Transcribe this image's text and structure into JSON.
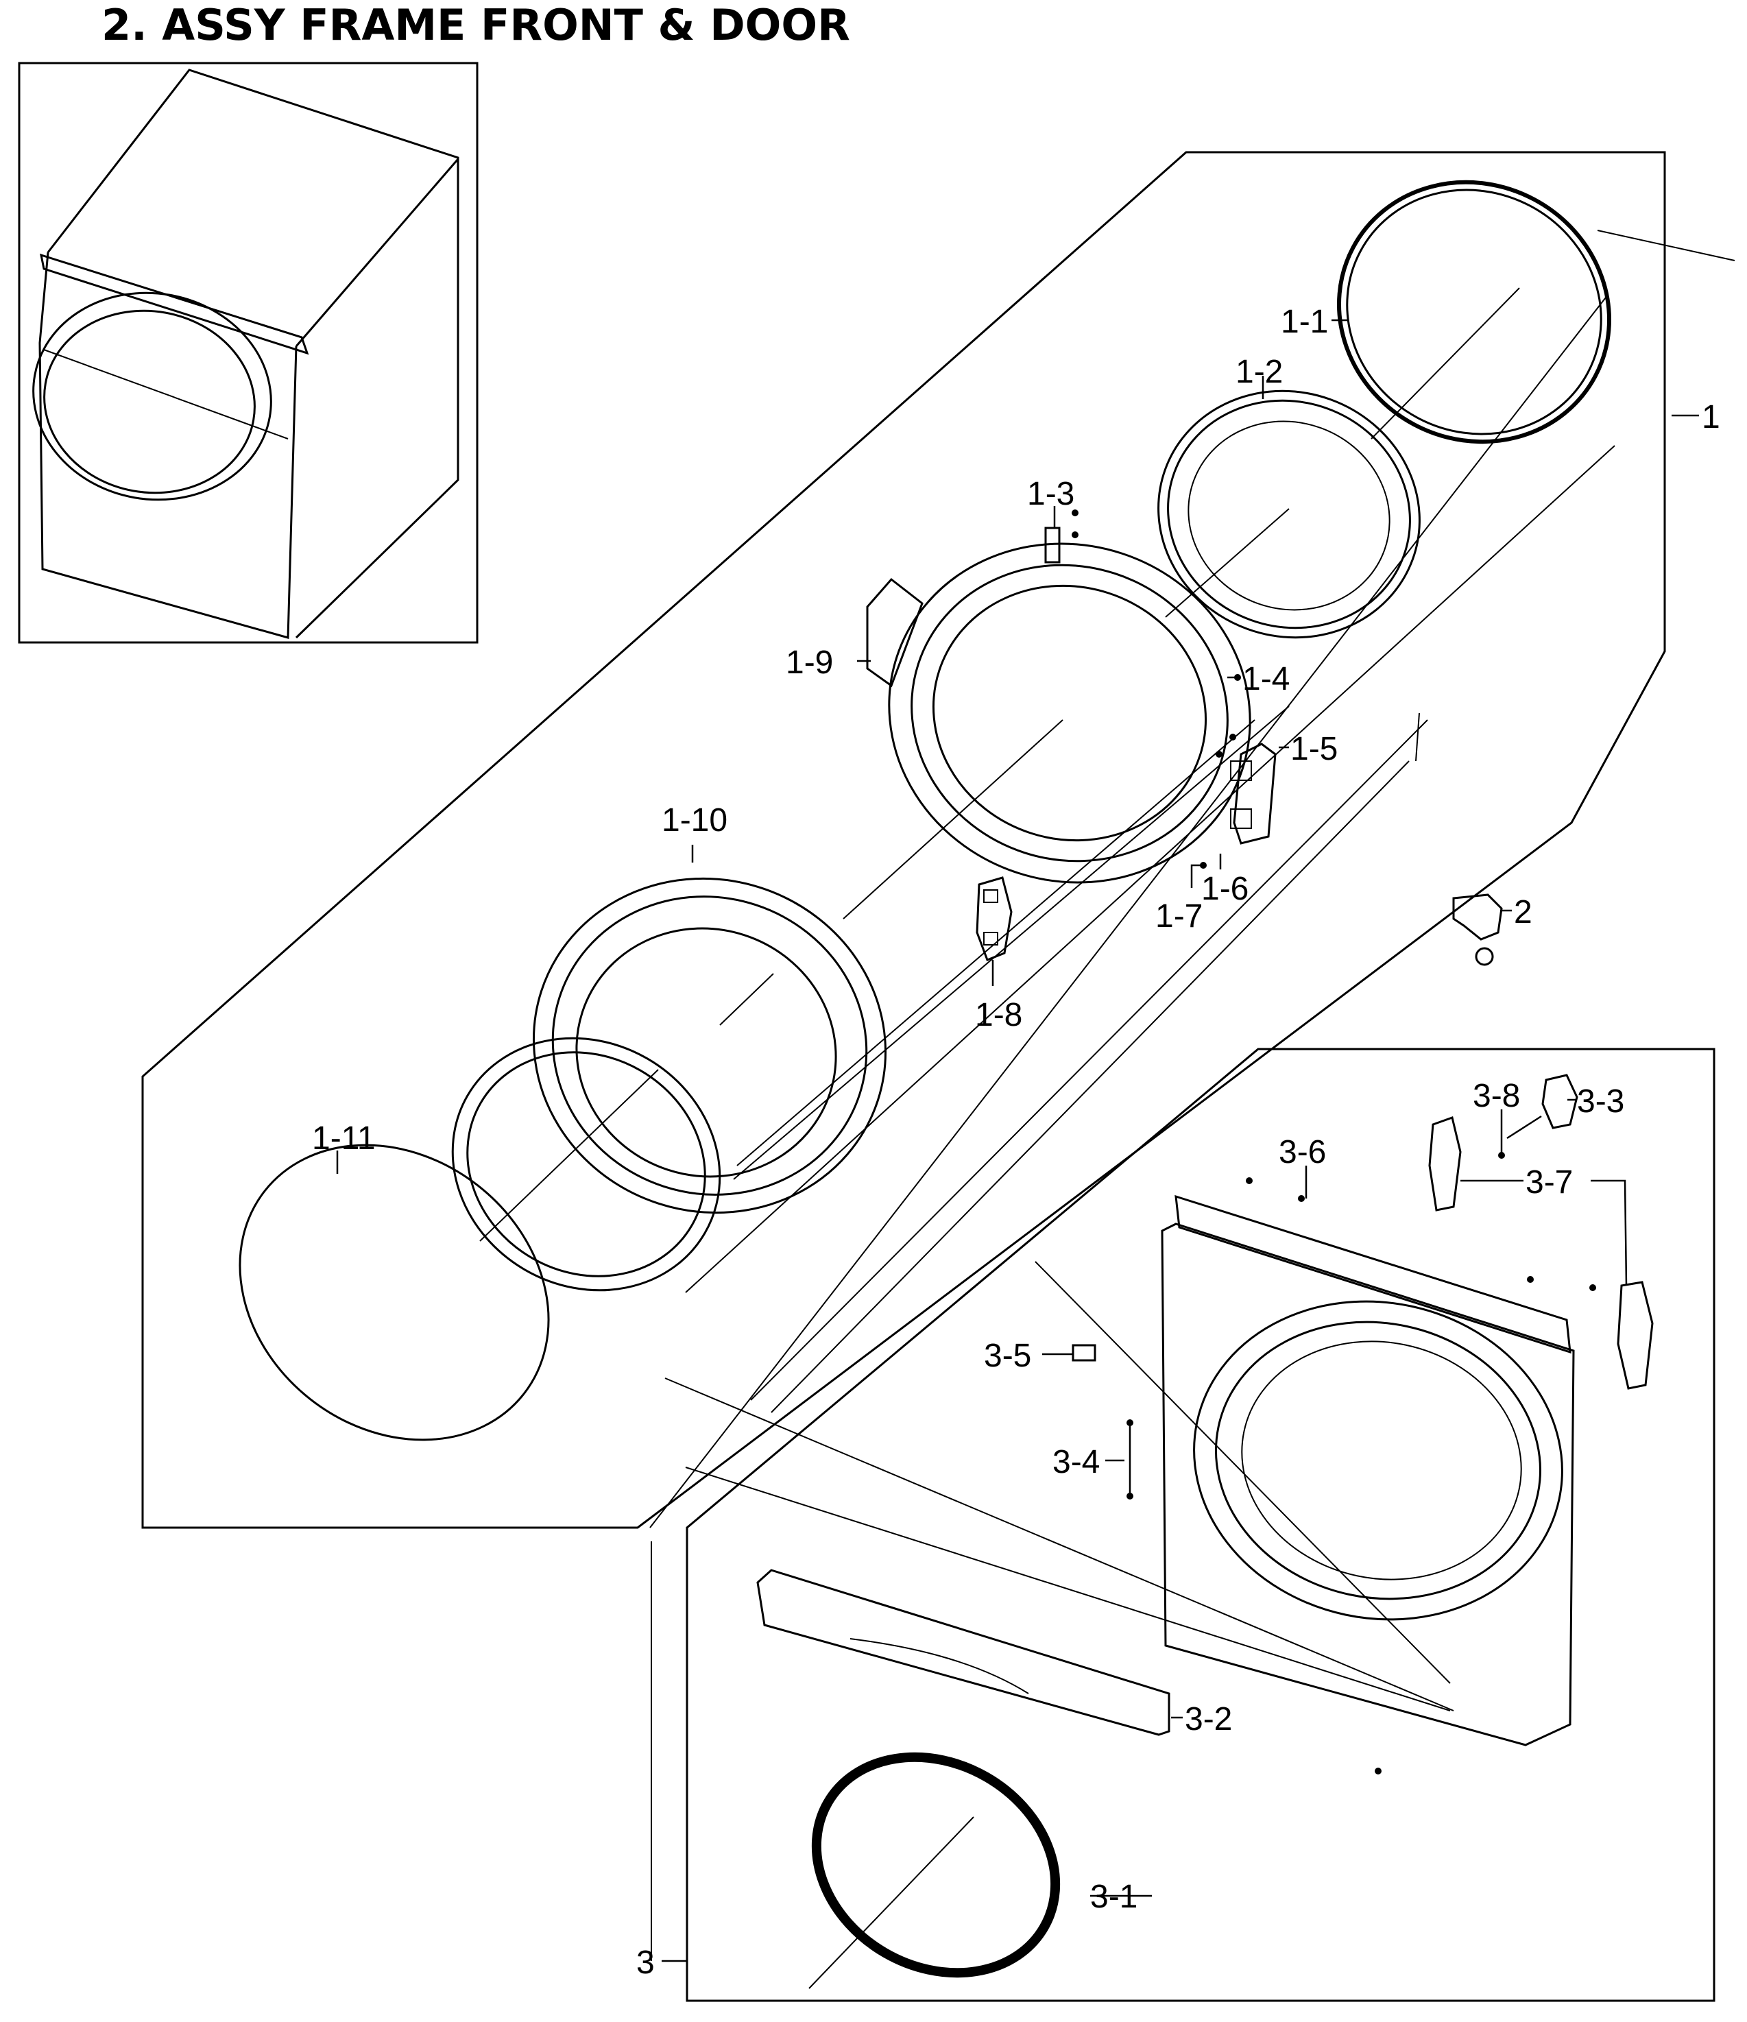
{
  "title": "2. ASSY FRAME FRONT & DOOR",
  "labels": {
    "l1": "1",
    "l1_1": "1-1",
    "l1_2": "1-2",
    "l1_3": "1-3",
    "l1_4": "1-4",
    "l1_5": "1-5",
    "l1_6": "1-6",
    "l1_7": "1-7",
    "l1_8": "1-8",
    "l1_9": "1-9",
    "l1_10": "1-10",
    "l1_11": "1-11",
    "l2": "2",
    "l3": "3",
    "l3_1": "3-1",
    "l3_2": "3-2",
    "l3_3": "3-3",
    "l3_4": "3-4",
    "l3_5": "3-5",
    "l3_6": "3-6",
    "l3_7": "3-7",
    "l3_8": "3-8"
  }
}
